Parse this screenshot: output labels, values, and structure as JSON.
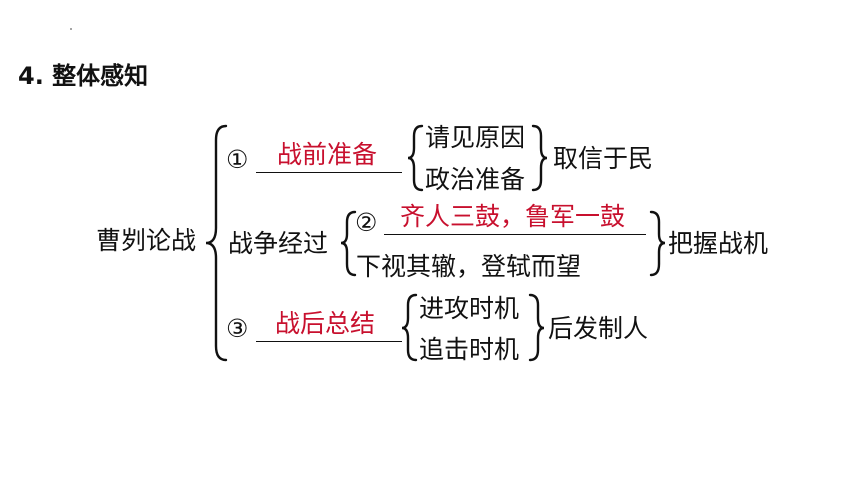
{
  "heading": "4. 整体感知",
  "root": "曹刿论战",
  "branches": [
    {
      "marker": "①",
      "answer": "战前准备",
      "subs": [
        "请见原因",
        "政治准备"
      ],
      "result": "取信于民"
    },
    {
      "label": "战争经过",
      "marker": "②",
      "answer": "齐人三鼓，鲁军一鼓",
      "sub": "下视其辙，登轼而望",
      "result": "把握战机"
    },
    {
      "marker": "③",
      "answer": "战后总结",
      "subs": [
        "进攻时机",
        "追击时机"
      ],
      "result": "后发制人"
    }
  ],
  "colors": {
    "answer": "#c8102e",
    "text": "#111111"
  }
}
